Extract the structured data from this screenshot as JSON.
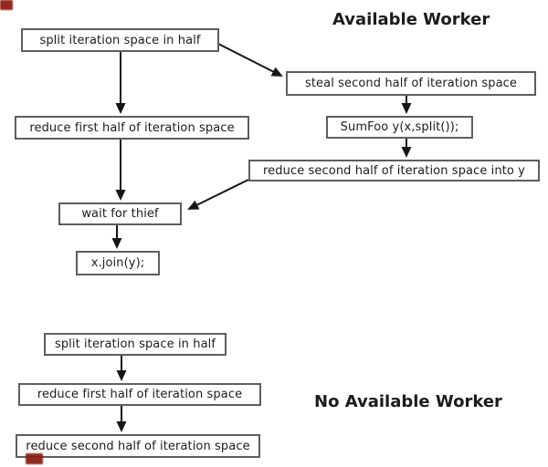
{
  "available_worker": {
    "title": "Available Worker",
    "nodes": [
      "split iteration space in half",
      "steal second half of iteration space",
      "reduce first half of iteration space",
      "SumFoo y(x,split());",
      "reduce second half of iteration space into y",
      "wait for thief",
      "x.join(y);"
    ]
  },
  "no_available_worker": {
    "title": "No Available Worker",
    "nodes": [
      "split iteration space in half",
      "reduce first half of iteration space",
      "reduce second half of iteration space"
    ]
  },
  "colors": {
    "box_border": "#5e5e5e",
    "arrow": "#161616",
    "text": "#1c1c1c",
    "artifact_red": "#8b1f16",
    "background": "#ffffff"
  }
}
